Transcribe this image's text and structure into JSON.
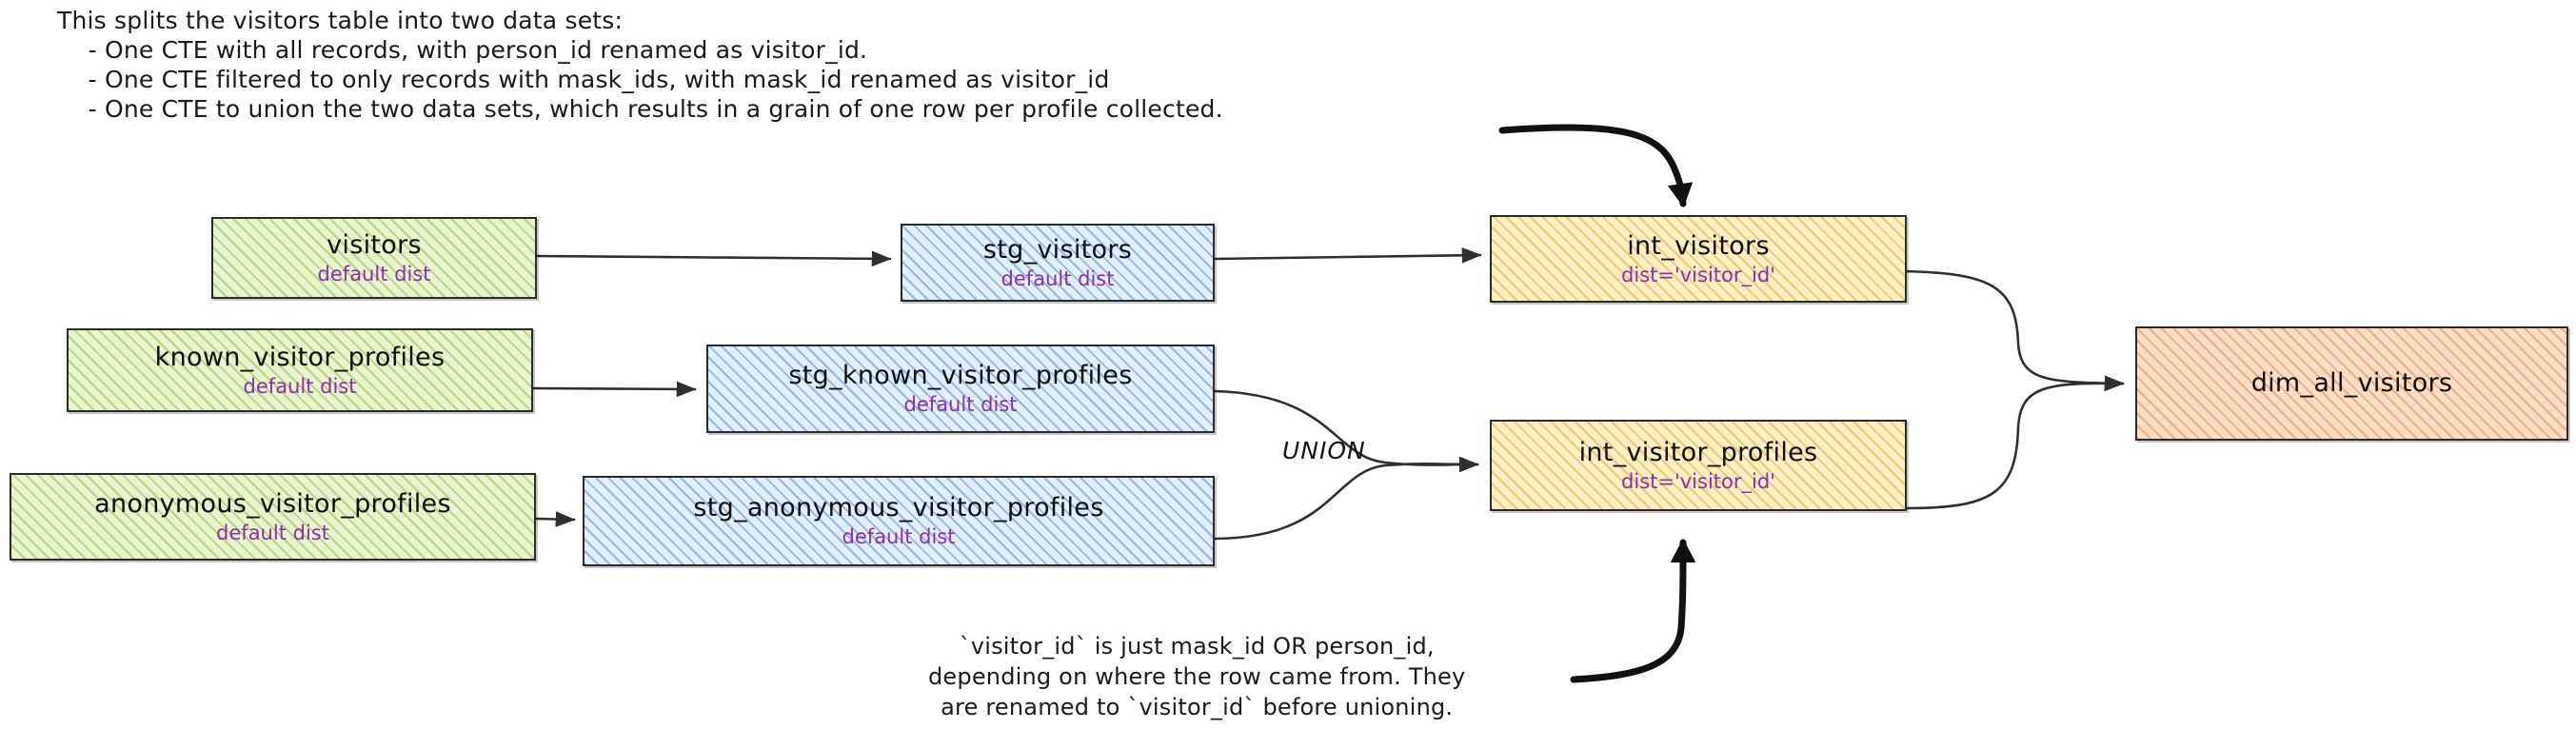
{
  "notes": {
    "top": "This splits the visitors table into two data sets:\n    - One CTE with all records, with person_id renamed as visitor_id.\n    - One CTE filtered to only records with mask_ids, with mask_id renamed as visitor_id\n    - One CTE to union the two data sets, which results in a grain of one row per profile collected.",
    "bottom": "`visitor_id` is just mask_id OR person_id,\ndepending on where the row came from. They\nare renamed to `visitor_id` before unioning."
  },
  "union_label": "UNION",
  "colors": {
    "source": "#e8f3cf",
    "source_hatch": "#8cbe3c",
    "staging": "#e3eefc",
    "staging_hatch": "#4682c8",
    "intermediate": "#fdeec4",
    "intermediate_hatch": "#e0aa28",
    "dimension": "#fbdcc4",
    "dimension_hatch": "#e2823c",
    "dist_text": "#8e2fab",
    "stroke": "#2b2b2b"
  },
  "nodes": [
    {
      "id": "visitors",
      "title": "visitors",
      "sub": "default dist",
      "layer": "source"
    },
    {
      "id": "known_visitor_profiles",
      "title": "known_visitor_profiles",
      "sub": "default dist",
      "layer": "source"
    },
    {
      "id": "anonymous_visitor_profiles",
      "title": "anonymous_visitor_profiles",
      "sub": "default dist",
      "layer": "source"
    },
    {
      "id": "stg_visitors",
      "title": "stg_visitors",
      "sub": "default dist",
      "layer": "staging"
    },
    {
      "id": "stg_known_visitor_profiles",
      "title": "stg_known_visitor_profiles",
      "sub": "default dist",
      "layer": "staging"
    },
    {
      "id": "stg_anonymous_visitor_profiles",
      "title": "stg_anonymous_visitor_profiles",
      "sub": "default dist",
      "layer": "staging"
    },
    {
      "id": "int_visitors",
      "title": "int_visitors",
      "sub": "dist='visitor_id'",
      "layer": "intermediate"
    },
    {
      "id": "int_visitor_profiles",
      "title": "int_visitor_profiles",
      "sub": "dist='visitor_id'",
      "layer": "intermediate"
    },
    {
      "id": "dim_all_visitors",
      "title": "dim_all_visitors",
      "sub": "",
      "layer": "dimension"
    }
  ],
  "edges": [
    {
      "from": "visitors",
      "to": "stg_visitors"
    },
    {
      "from": "known_visitor_profiles",
      "to": "stg_known_visitor_profiles"
    },
    {
      "from": "anonymous_visitor_profiles",
      "to": "stg_anonymous_visitor_profiles"
    },
    {
      "from": "stg_visitors",
      "to": "int_visitors"
    },
    {
      "from": "stg_known_visitor_profiles",
      "to": "int_visitor_profiles",
      "label": "UNION"
    },
    {
      "from": "stg_anonymous_visitor_profiles",
      "to": "int_visitor_profiles",
      "label": "UNION"
    },
    {
      "from": "int_visitors",
      "to": "dim_all_visitors"
    },
    {
      "from": "int_visitor_profiles",
      "to": "dim_all_visitors"
    },
    {
      "from": "notes.top",
      "to": "int_visitors",
      "style": "annotation"
    },
    {
      "from": "notes.bottom",
      "to": "int_visitor_profiles",
      "style": "annotation"
    }
  ]
}
